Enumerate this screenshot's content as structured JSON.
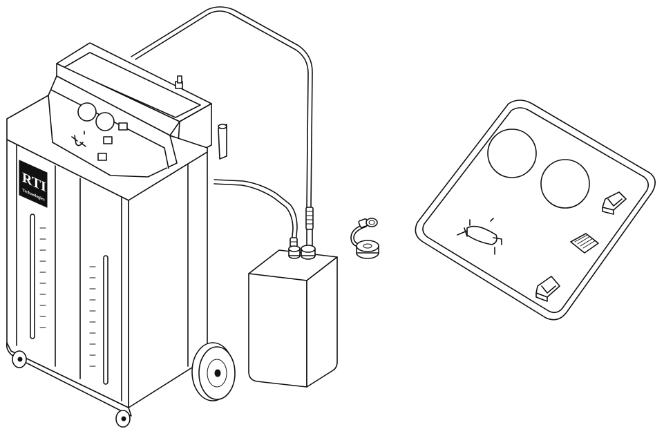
{
  "logo": {
    "brand": "RTI",
    "subtitle": "Technologies"
  },
  "colors": {
    "line": "#111111",
    "background": "#ffffff"
  },
  "icons": [
    "fluid-exchange-machine",
    "service-hose",
    "fluid-container",
    "adapter-fitting",
    "control-panel-detail"
  ]
}
